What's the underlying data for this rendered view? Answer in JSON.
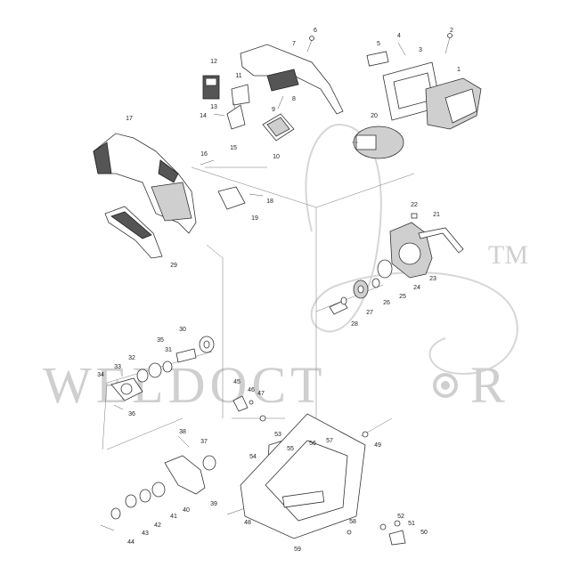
{
  "watermark": {
    "brand": "WELDOCT",
    "brand_tail": "R",
    "trademark": "TM",
    "color": "#cfcfcf"
  },
  "diagram": {
    "type": "exploded-parts-view",
    "part_numbers": [
      "1",
      "2",
      "3",
      "4",
      "5",
      "6",
      "7",
      "8",
      "9",
      "10",
      "11",
      "12",
      "13",
      "14",
      "15",
      "16",
      "17",
      "18",
      "19",
      "20",
      "21",
      "22",
      "23",
      "24",
      "25",
      "26",
      "27",
      "28",
      "29",
      "30",
      "31",
      "32",
      "33",
      "34",
      "35",
      "36",
      "37",
      "38",
      "39",
      "40",
      "41",
      "42",
      "43",
      "44",
      "45",
      "46",
      "47",
      "48",
      "49",
      "50",
      "51",
      "52",
      "53",
      "54",
      "55",
      "56",
      "57",
      "58",
      "59"
    ]
  }
}
